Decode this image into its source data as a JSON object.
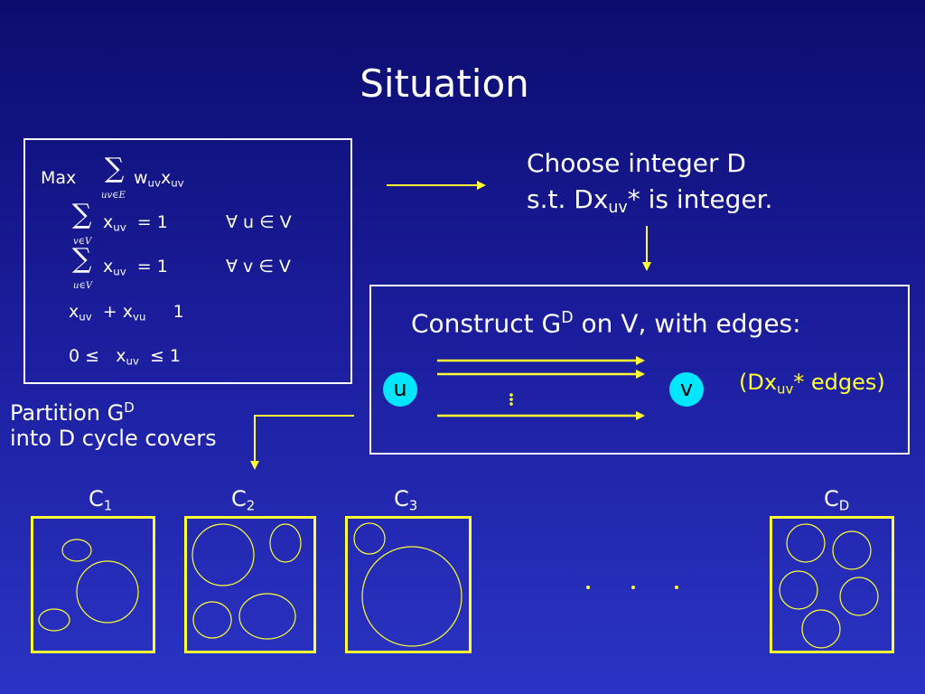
{
  "title": "Situation",
  "lp": {
    "max": "Max",
    "sum_symbol": "∑",
    "row1_sub": "uv∈E",
    "row2_sub": "v∈V",
    "row3_sub": "u∈V",
    "w": "w",
    "x": "x",
    "uv": "uv",
    "vu": "vu",
    "eq1": "= 1",
    "forall_u": "∀ u ∈ V",
    "forall_v": "∀ v ∈ V",
    "plus": "+ x",
    "one": "1",
    "zero_leq": "0  ≤",
    "leq_one": "≤   1"
  },
  "choose": {
    "line1": "Choose integer D",
    "line2_a": "s.t. Dx",
    "line2_sub": "uv",
    "line2_b": "* is integer."
  },
  "construct": {
    "text_a": "Construct  G",
    "text_sup": "D",
    "text_b": "  on V, with edges:",
    "node_u": "u",
    "node_v": "v",
    "edges_a": "(Dx",
    "edges_sub": "uv",
    "edges_b": "* edges)"
  },
  "partition": {
    "line1_a": "Partition G",
    "line1_sup": "D",
    "line2": "into D cycle covers"
  },
  "covers": [
    {
      "name": "C",
      "sub": "1"
    },
    {
      "name": "C",
      "sub": "2"
    },
    {
      "name": "C",
      "sub": "3"
    },
    {
      "name": "C",
      "sub": "D"
    }
  ],
  "colors": {
    "accent": "#ffff33",
    "node": "#00e6ff",
    "frame": "#ffffff"
  }
}
